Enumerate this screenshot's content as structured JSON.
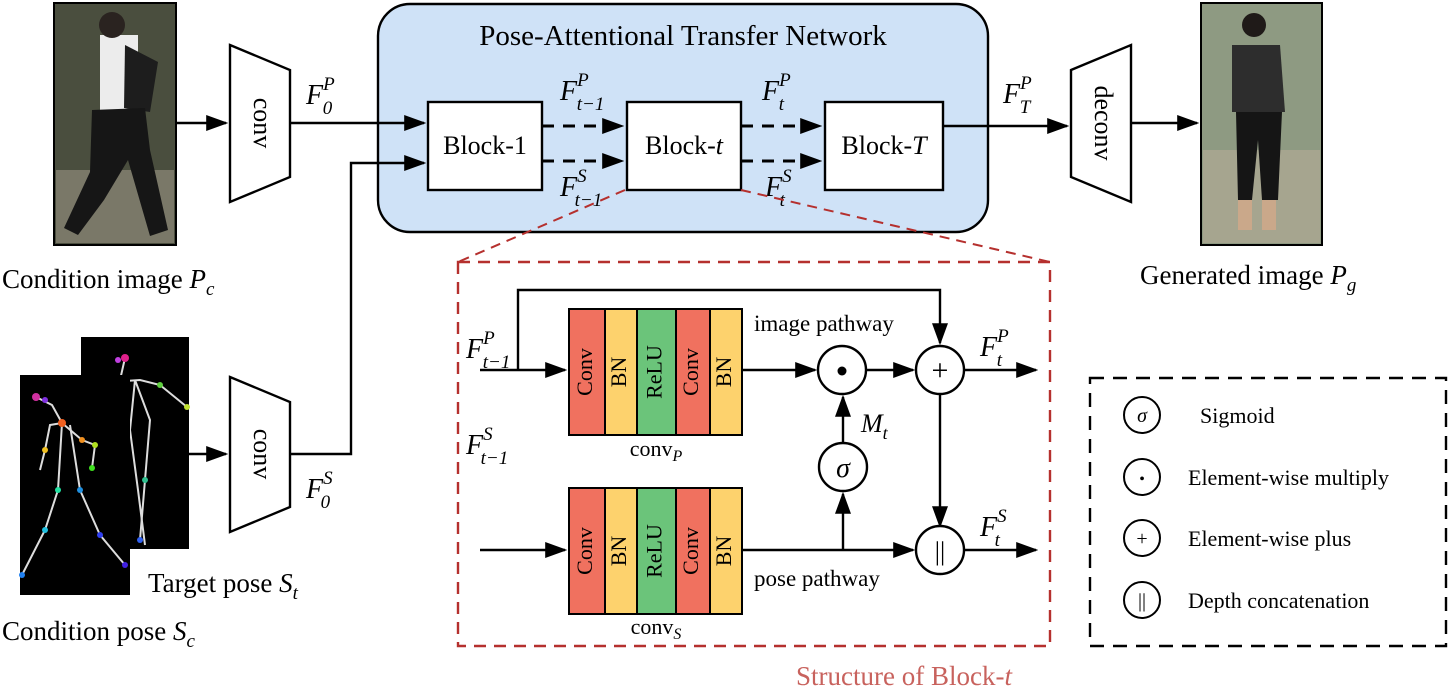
{
  "network": {
    "title": "Pose-Attentional Transfer Network"
  },
  "blocks": {
    "b1": "Block-1",
    "bt": "Block-",
    "bt_sym": "t",
    "bT": "Block-",
    "bT_sym": "T"
  },
  "encoder_label": "conv",
  "decoder_label": "deconv",
  "captions": {
    "condition_image": "Condition image ",
    "condition_image_sym": "P",
    "condition_image_sub": "c",
    "target_pose": "Target pose ",
    "target_pose_sym": "S",
    "target_pose_sub": "t",
    "condition_pose": "Condition pose ",
    "condition_pose_sym": "S",
    "condition_pose_sub": "c",
    "generated_image": "Generated image ",
    "generated_image_sym": "P",
    "generated_image_sub": "g"
  },
  "features": {
    "F": "F",
    "sup_P": "P",
    "sup_S": "S",
    "sub_0": "0",
    "sub_t_minus_1": "t−1",
    "sub_t": "t",
    "sub_T": "T"
  },
  "detail": {
    "caption": "Structure of Block-",
    "caption_sym": "t",
    "image_pathway": "image pathway",
    "pose_pathway": "pose pathway",
    "conv_p": "conv",
    "conv_p_sub": "P",
    "conv_s": "conv",
    "conv_s_sub": "S",
    "layers": [
      "Conv",
      "BN",
      "ReLU",
      "Conv",
      "BN"
    ],
    "mask": "M",
    "mask_sub": "t",
    "sigma": "σ",
    "dot": "•",
    "plus": "+",
    "concat": "||"
  },
  "legend": [
    {
      "symbol": "σ",
      "label": "Sigmoid"
    },
    {
      "symbol": "•",
      "label": "Element-wise multiply"
    },
    {
      "symbol": "+",
      "label": "Element-wise plus"
    },
    {
      "symbol": "||",
      "label": "Depth concatenation"
    }
  ],
  "colors": {
    "network_fill": "#cfe2f7",
    "conv_layer": "#f0715f",
    "bn_layer": "#fdd26d",
    "relu_layer": "#6bc47a",
    "detail_border": "#b5302e",
    "caption_text": "#c8625d"
  }
}
